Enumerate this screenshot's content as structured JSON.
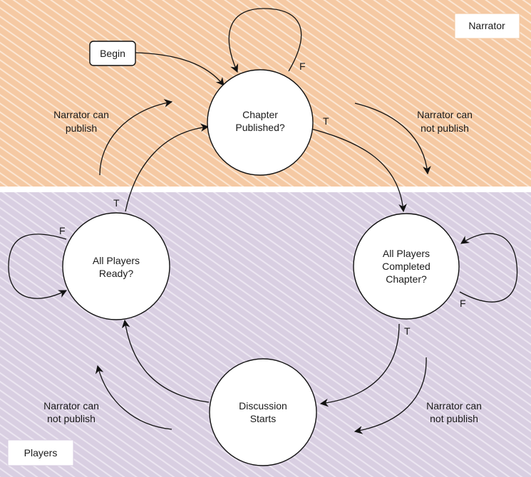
{
  "swimlanes": {
    "narrator": {
      "label": "Narrator",
      "color": "#f5c9a3",
      "hatch": "#ffffff"
    },
    "players": {
      "label": "Players",
      "color": "#d9cfe2",
      "hatch": "#ffffff"
    }
  },
  "nodes": {
    "begin": {
      "label": "Begin"
    },
    "chapter_published": {
      "lines": [
        "Chapter",
        "Published?"
      ]
    },
    "all_players_completed": {
      "lines": [
        "All Players",
        "Completed",
        "Chapter?"
      ]
    },
    "discussion_starts": {
      "lines": [
        "Discussion",
        "Starts"
      ]
    },
    "all_players_ready": {
      "lines": [
        "All Players",
        "Ready?"
      ]
    }
  },
  "edge_labels": {
    "chapter_true": "T",
    "chapter_false": "F",
    "completed_true": "T",
    "completed_false": "F",
    "ready_true": "T",
    "ready_false": "F"
  },
  "annotations": {
    "top_right": [
      "Narrator can",
      "not publish"
    ],
    "top_left": [
      "Narrator can",
      "publish"
    ],
    "bottom_right": [
      "Narrator can",
      "not publish"
    ],
    "bottom_left": [
      "Narrator can",
      "not publish"
    ]
  }
}
